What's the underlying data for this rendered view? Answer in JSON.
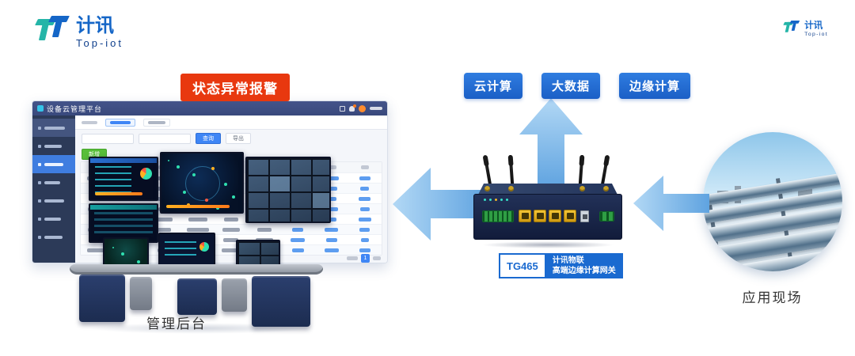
{
  "colors": {
    "brand_blue": "#1566c7",
    "brand_teal": "#25b5a8",
    "alarm_red": "#e8380f",
    "button_blue": "#1e6ad0",
    "arrow_blue": "#6fb0e6",
    "arrow_blue_light": "#b0d7f4",
    "router_navy": "#1a2544",
    "ethernet_port_yellow": "#e5b321",
    "terminal_green": "#2f9e44"
  },
  "logo_main": {
    "brand_cn": "计讯",
    "brand_en": "Top-iot"
  },
  "logo_corner": {
    "brand_cn": "计讯",
    "brand_en": "Top-iot"
  },
  "alarm_badge": {
    "label": "状态异常报警"
  },
  "platform_window": {
    "title": "设备云管理平台",
    "buttons": {
      "query": "查询",
      "export": "导出",
      "add": "新增"
    },
    "pagination_current": "1"
  },
  "cloud_buttons": [
    {
      "label": "云计算"
    },
    {
      "label": "大数据"
    },
    {
      "label": "边缘计算"
    }
  ],
  "router": {
    "model": "TG465",
    "brand_line": "计讯物联",
    "product_line": "高端边缘计算网关"
  },
  "captions": {
    "left": "管理后台",
    "right": "应用现场"
  }
}
